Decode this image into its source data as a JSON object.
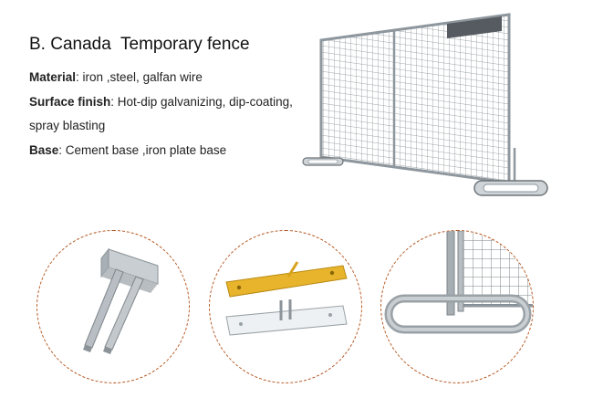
{
  "heading": "B. Canada  Temporary fence",
  "specs": {
    "material_label": "Material",
    "material_value": ": iron ,steel, galfan wire",
    "surface_label": "Surface finish",
    "surface_value": ": Hot-dip galvanizing, dip-coating,",
    "surface_value_cont": "spray blasting",
    "base_label": "Base",
    "base_value": ": Cement base ,iron plate base"
  },
  "colors": {
    "circle_border": "#b5541d",
    "steel": "#9aa3aa",
    "plate_yellow": "#e8b42b"
  },
  "images": {
    "main": "temporary-fence-panel-image",
    "detail_1": "fence-foot-bracket-image",
    "detail_2": "base-plates-image",
    "detail_3": "fence-base-closeup-image"
  }
}
